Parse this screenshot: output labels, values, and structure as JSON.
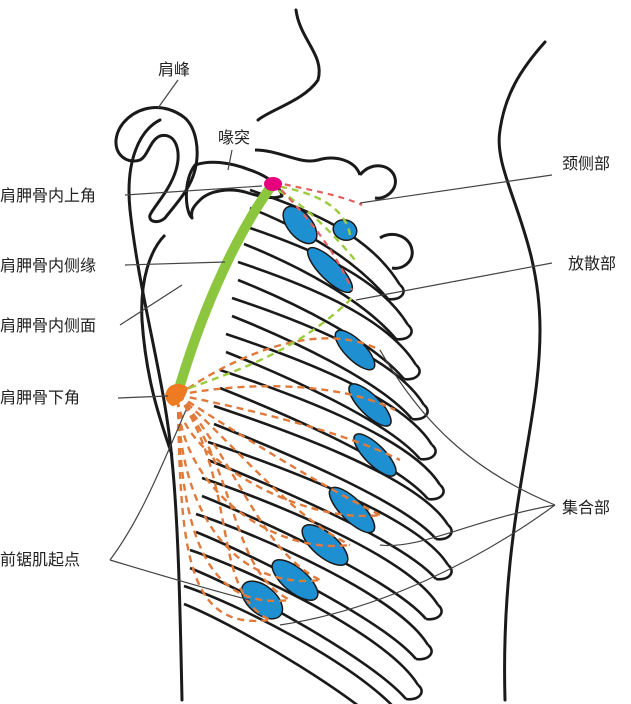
{
  "labels": {
    "acromion": "肩峰",
    "coracoid": "喙突",
    "superior_angle": "肩胛骨内上角",
    "medial_border": "肩胛骨内侧缘",
    "medial_surface": "肩胛骨内侧面",
    "inferior_angle": "肩胛骨下角",
    "origin": "前锯肌起点",
    "cervical_part": "颈侧部",
    "radiating_part": "放散部",
    "convergent_part": "集合部"
  },
  "colors": {
    "outline": "#1a1a1a",
    "muscle_origin": "#1e8fd0",
    "medial_border": "#8cc63f",
    "superior_angle": "#e6007e",
    "inferior_angle": "#ee7b22",
    "fiber_dash": "#e07a3a",
    "leader": "#444444"
  }
}
